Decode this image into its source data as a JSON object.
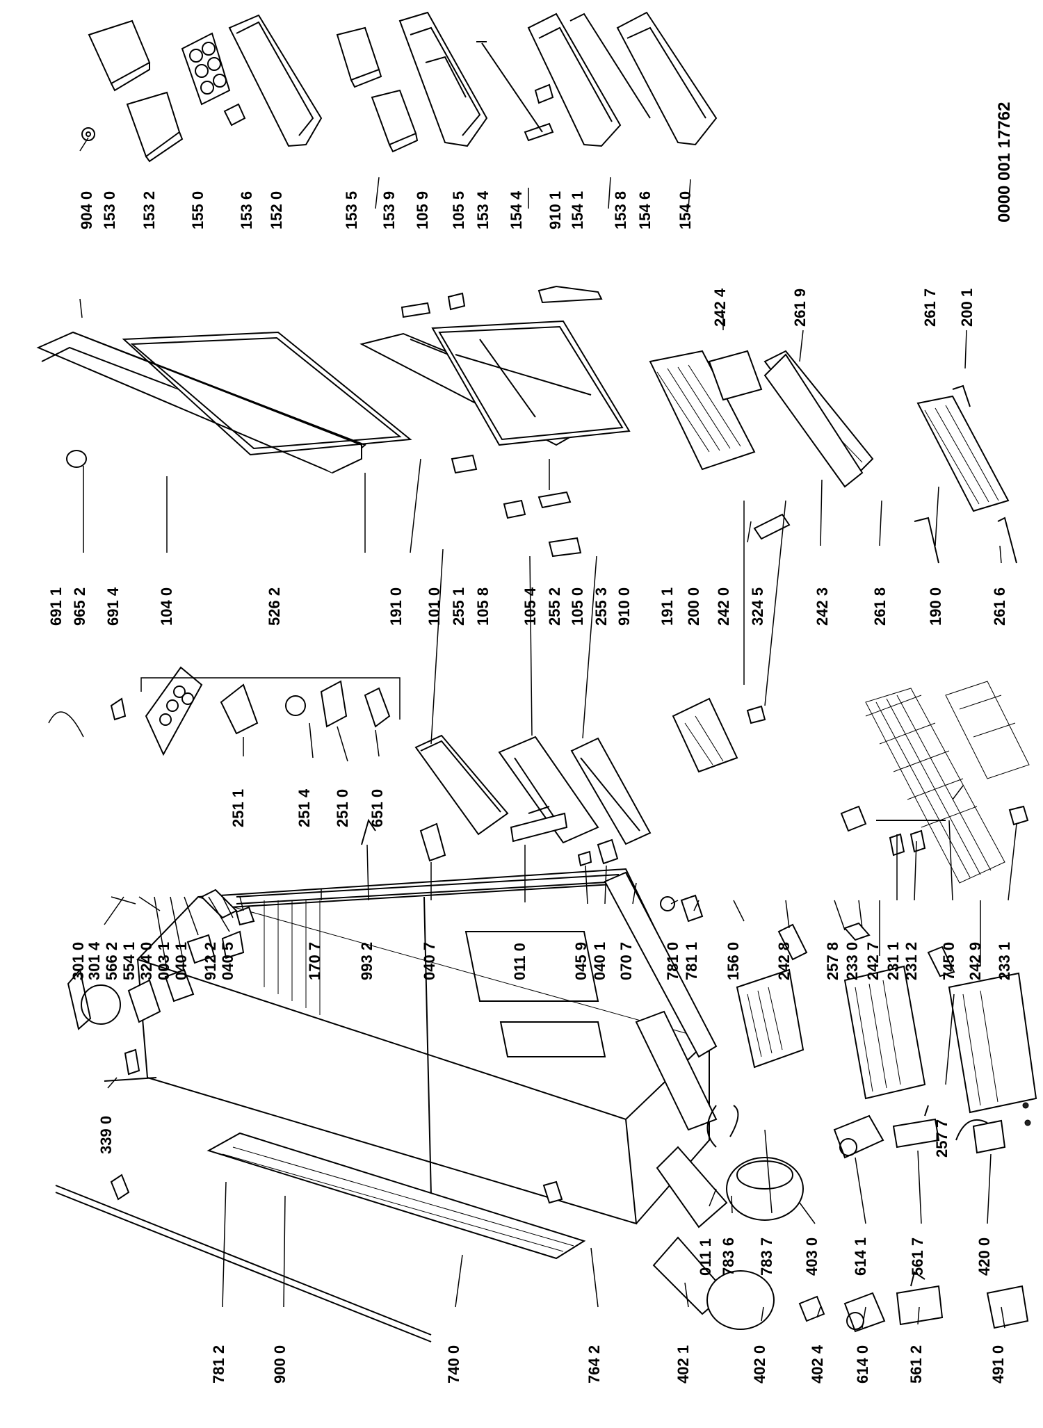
{
  "drawing_number": "0000 001 17762",
  "labels": [
    {
      "id": "904 0"
    },
    {
      "id": "153 0"
    },
    {
      "id": "153 2"
    },
    {
      "id": "155 0"
    },
    {
      "id": "153 6"
    },
    {
      "id": "152 0"
    },
    {
      "id": "153 5"
    },
    {
      "id": "153 9"
    },
    {
      "id": "105 9"
    },
    {
      "id": "105 5"
    },
    {
      "id": "153 4"
    },
    {
      "id": "154 4"
    },
    {
      "id": "910 1"
    },
    {
      "id": "154 1"
    },
    {
      "id": "153 8"
    },
    {
      "id": "154 6"
    },
    {
      "id": "154 0"
    },
    {
      "id": "691 1"
    },
    {
      "id": "965 2"
    },
    {
      "id": "691 4"
    },
    {
      "id": "104 0"
    },
    {
      "id": "526 2"
    },
    {
      "id": "191 0"
    },
    {
      "id": "101 0"
    },
    {
      "id": "255 1"
    },
    {
      "id": "105 8"
    },
    {
      "id": "105 4"
    },
    {
      "id": "255 2"
    },
    {
      "id": "105 0"
    },
    {
      "id": "255 3"
    },
    {
      "id": "910 0"
    },
    {
      "id": "191 1"
    },
    {
      "id": "242 4"
    },
    {
      "id": "261 9"
    },
    {
      "id": "200 0"
    },
    {
      "id": "242 0"
    },
    {
      "id": "324 5"
    },
    {
      "id": "242 3"
    },
    {
      "id": "261 8"
    },
    {
      "id": "261 7"
    },
    {
      "id": "200 1"
    },
    {
      "id": "190 0"
    },
    {
      "id": "261 6"
    },
    {
      "id": "251 1"
    },
    {
      "id": "251 4"
    },
    {
      "id": "251 0"
    },
    {
      "id": "651 0"
    },
    {
      "id": "301 0"
    },
    {
      "id": "301 4"
    },
    {
      "id": "566 2"
    },
    {
      "id": "554 1"
    },
    {
      "id": "324 0"
    },
    {
      "id": "003 1"
    },
    {
      "id": "040 1"
    },
    {
      "id": "912 2"
    },
    {
      "id": "040 5"
    },
    {
      "id": "170 7"
    },
    {
      "id": "993 2"
    },
    {
      "id": "040 7"
    },
    {
      "id": "011 0"
    },
    {
      "id": "045 9"
    },
    {
      "id": "040 1"
    },
    {
      "id": "070 7"
    },
    {
      "id": "781 0"
    },
    {
      "id": "781 1"
    },
    {
      "id": "156 0"
    },
    {
      "id": "242 8"
    },
    {
      "id": "257 8"
    },
    {
      "id": "233 0"
    },
    {
      "id": "242 7"
    },
    {
      "id": "231 1"
    },
    {
      "id": "231 2"
    },
    {
      "id": "745 0"
    },
    {
      "id": "242 9"
    },
    {
      "id": "233 1"
    },
    {
      "id": "339 0"
    },
    {
      "id": "257 7"
    },
    {
      "id": "011 1"
    },
    {
      "id": "783 6"
    },
    {
      "id": "783 7"
    },
    {
      "id": "403 0"
    },
    {
      "id": "614 1"
    },
    {
      "id": "561 7"
    },
    {
      "id": "420 0"
    },
    {
      "id": "781 2"
    },
    {
      "id": "900 0"
    },
    {
      "id": "740 0"
    },
    {
      "id": "764 2"
    },
    {
      "id": "402 1"
    },
    {
      "id": "402 0"
    },
    {
      "id": "402 4"
    },
    {
      "id": "614 0"
    },
    {
      "id": "561 2"
    },
    {
      "id": "491 0"
    }
  ]
}
